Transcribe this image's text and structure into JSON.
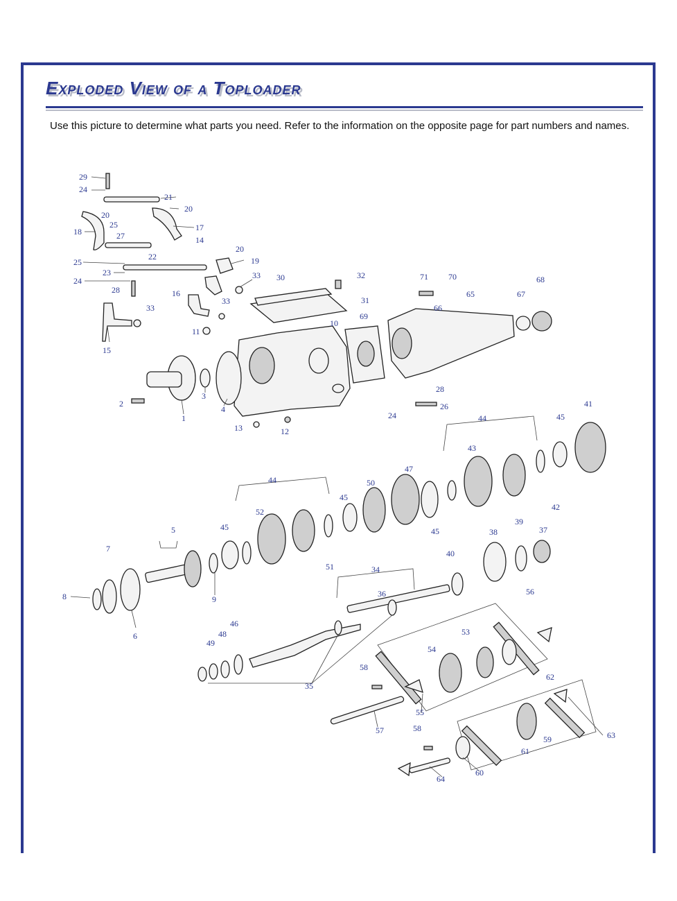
{
  "page": {
    "title": "Exploded View of a Toploader",
    "intro": "Use this picture to determine what parts you need.  Refer to the information on the opposite page for part numbers and names."
  },
  "colors": {
    "accent": "#2b3990",
    "shadow": "#b9bcc8",
    "label": "#2b3990"
  },
  "callouts": {
    "c1": "1",
    "c2": "2",
    "c3": "3",
    "c4": "4",
    "c5": "5",
    "c6": "6",
    "c7": "7",
    "c8": "8",
    "c9": "9",
    "c10": "10",
    "c11": "11",
    "c12": "12",
    "c13": "13",
    "c14": "14",
    "c15": "15",
    "c16": "16",
    "c17": "17",
    "c18": "18",
    "c19": "19",
    "c20a": "20",
    "c20b": "20",
    "c20c": "20",
    "c21": "21",
    "c22": "22",
    "c23": "23",
    "c24a": "24",
    "c24b": "24",
    "c24c": "24",
    "c25a": "25",
    "c25b": "25",
    "c26": "26",
    "c27": "27",
    "c28a": "28",
    "c28b": "28",
    "c29": "29",
    "c30": "30",
    "c31": "31",
    "c32": "32",
    "c33a": "33",
    "c33b": "33",
    "c33c": "33",
    "c34": "34",
    "c35": "35",
    "c36": "36",
    "c37": "37",
    "c38": "38",
    "c39": "39",
    "c40": "40",
    "c41": "41",
    "c42": "42",
    "c43": "43",
    "c44a": "44",
    "c44b": "44",
    "c45a": "45",
    "c45b": "45",
    "c45c": "45",
    "c45d": "45",
    "c46": "46",
    "c47": "47",
    "c48": "48",
    "c49": "49",
    "c50": "50",
    "c51": "51",
    "c52": "52",
    "c53": "53",
    "c54": "54",
    "c55": "55",
    "c56": "56",
    "c57": "57",
    "c58a": "58",
    "c58b": "58",
    "c59": "59",
    "c60": "60",
    "c61": "61",
    "c62": "62",
    "c63": "63",
    "c64": "64",
    "c65": "65",
    "c66": "66",
    "c67": "67",
    "c68": "68",
    "c69": "69",
    "c70": "70",
    "c71": "71"
  }
}
